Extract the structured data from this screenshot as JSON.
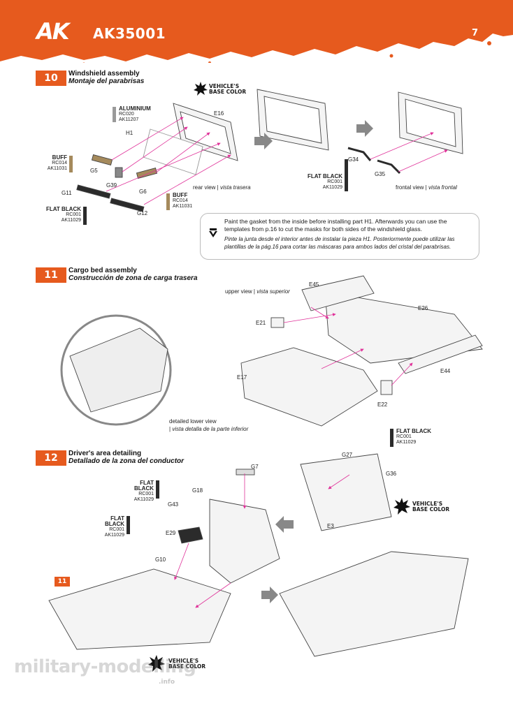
{
  "header": {
    "brand": "AK",
    "product_code": "AK35001",
    "page_number": "7",
    "colors": {
      "accent": "#e65a1e",
      "dark": "#1a1a1a"
    }
  },
  "step10": {
    "number": "10",
    "title_en": "Windshield assembly",
    "title_es": "Montaje del parabrisas",
    "parts": {
      "E16": "E16",
      "H1": "H1",
      "G5": "G5",
      "G39": "G39",
      "G6": "G6",
      "G11": "G11",
      "G12": "G12",
      "G34": "G34",
      "G35": "G35"
    },
    "paints": {
      "aluminium": {
        "name": "ALUMINIUM",
        "code1": "RC020",
        "code2": "AK11207",
        "color": "#9a9a9a"
      },
      "buff_left": {
        "name": "BUFF",
        "code1": "RC014",
        "code2": "AK11031",
        "color": "#a58a5c"
      },
      "buff_right": {
        "name": "BUFF",
        "code1": "RC014",
        "code2": "AK11031",
        "color": "#a58a5c"
      },
      "flat_black_left": {
        "name": "FLAT BLACK",
        "code1": "RC001",
        "code2": "AK11029",
        "color": "#2b2b2b"
      },
      "flat_black_right": {
        "name": "FLAT BLACK",
        "code1": "RC001",
        "code2": "AK11029",
        "color": "#2b2b2b"
      }
    },
    "base_color": {
      "line1": "VEHICLE'S",
      "line2": "BASE COLOR"
    },
    "rear_view": {
      "en": "rear view |",
      "es": "vista trasera"
    },
    "front_view": {
      "en": "frontal view |",
      "es": "vista frontal"
    },
    "note_en": "Paint the gasket from the inside before installing part H1. Afterwards you can use the templates from p.16 to cut the masks for both sides of the windshield glass.",
    "note_es": "Pinte la junta desde el interior antes de instalar la pieza H1. Posteriormente puede utilizar las plantillas de la pág.16 para cortar las máscaras para ambos lados del cristal del parabrisas."
  },
  "step11": {
    "number": "11",
    "title_en": "Cargo bed assembly",
    "title_es": "Construcción de zona de carga trasera",
    "upper_view": {
      "en": "upper view |",
      "es": "vista superior"
    },
    "lower_view": {
      "en": "detailed lower view",
      "es": "vista detalla de la parte inferior"
    },
    "parts": {
      "E45": "E45",
      "E26": "E26",
      "E21": "E21",
      "E17": "E17",
      "E44": "E44",
      "E22": "E22"
    }
  },
  "step12": {
    "number": "12",
    "title_en": "Driver's area detailing",
    "title_es": "Detallado de la zona del conductor",
    "parts": {
      "G7": "G7",
      "G18": "G18",
      "G43": "G43",
      "E29": "E29",
      "G10": "G10",
      "G27": "G27",
      "G36": "G36",
      "E3": "E3"
    },
    "paints": {
      "flat_black_a": {
        "name": "FLAT BLACK",
        "code1": "RC001",
        "code2": "AK11029",
        "color": "#2b2b2b"
      },
      "flat_black_b": {
        "name": "FLAT BLACK",
        "code1": "RC001",
        "code2": "AK11029",
        "color": "#2b2b2b"
      },
      "flat_black_c": {
        "name": "FLAT BLACK",
        "code1": "RC001",
        "code2": "AK11029",
        "color": "#2b2b2b"
      }
    },
    "base_color_right": {
      "line1": "VEHICLE'S",
      "line2": "BASE COLOR"
    },
    "base_color_bottom": {
      "line1": "VEHICLE'S",
      "line2": "BASE COLOR"
    },
    "ref_step": "11"
  },
  "watermark": {
    "text": "military-modelling",
    "sub": ".info"
  }
}
